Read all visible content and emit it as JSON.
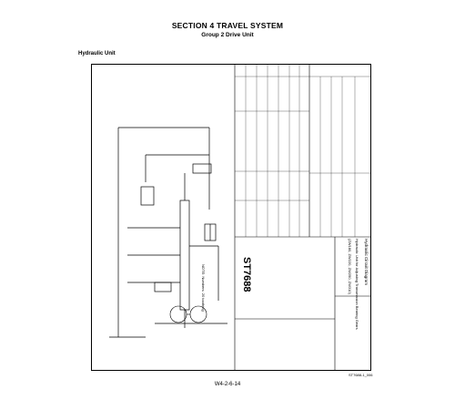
{
  "header": {
    "title": "SECTION 4 TRAVEL SYSTEM",
    "subtitle": "Group 2 Drive Unit"
  },
  "figure": {
    "caption": "Hydraulic Unit",
    "drawing_number": "ST7688",
    "drawing_title": "Hydraulic Circuit Diagram",
    "drawing_subtitle": "Hydraulic Unit for Adjusting Transmission Bearing Gears",
    "models": "(ZW180, ZW220, ZW250, ZW310)",
    "note": "NOTE: Numbers: 20 toothing",
    "file_code": "ST7688-1_006"
  },
  "footer": {
    "page_number": "W4-2-6-14"
  }
}
